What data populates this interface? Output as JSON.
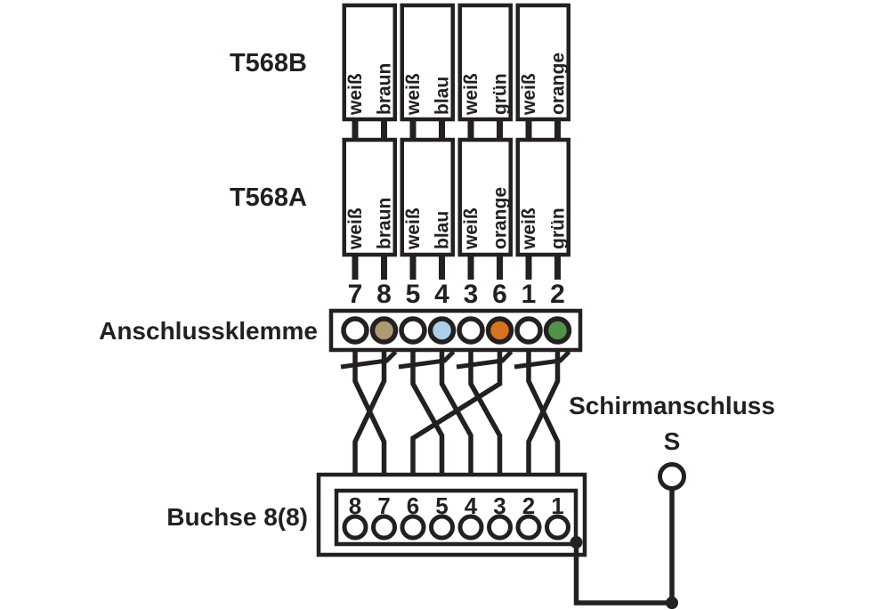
{
  "labels": {
    "t568b": "T568B",
    "t568a": "T568A",
    "terminal": "Anschlussklemme",
    "socket": "Buchse 8(8)",
    "shield": "Schirmanschluss",
    "shield_pin": "S"
  },
  "t568b_wires": [
    {
      "left": "weiß",
      "right": "braun"
    },
    {
      "left": "weiß",
      "right": "blau"
    },
    {
      "left": "weiß",
      "right": "grün"
    },
    {
      "left": "weiß",
      "right": "orange"
    }
  ],
  "t568a_wires": [
    {
      "left": "weiß",
      "right": "braun"
    },
    {
      "left": "weiß",
      "right": "blau"
    },
    {
      "left": "weiß",
      "right": "orange"
    },
    {
      "left": "weiß",
      "right": "grün"
    }
  ],
  "terminal_pins": [
    "7",
    "8",
    "5",
    "4",
    "3",
    "6",
    "1",
    "2"
  ],
  "terminal_colors": [
    "#ffffff",
    "#ad9a73",
    "#ffffff",
    "#abd0e8",
    "#ffffff",
    "#d8731d",
    "#ffffff",
    "#509247"
  ],
  "socket_pins": [
    "8",
    "7",
    "6",
    "5",
    "4",
    "3",
    "2",
    "1"
  ],
  "ink_color": "#241f20"
}
